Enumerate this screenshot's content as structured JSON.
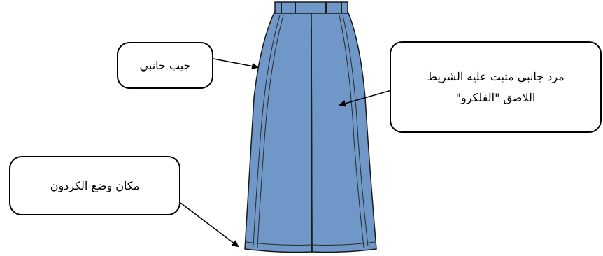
{
  "diagram": {
    "colors": {
      "fabric": "#6f97c7",
      "outline": "#1a1a1a",
      "seam": "#2b2b2b",
      "callout_border": "#000000",
      "arrow": "#000000"
    },
    "callouts": {
      "side_pocket": {
        "text": "جيب جانبي"
      },
      "side_velcro": {
        "line1": "مرد جانبي مثبت عليه الشريط",
        "line2": "اللاصق \"الفلكرو\""
      },
      "drawstring": {
        "text": "مكان وضع الكردون"
      }
    }
  }
}
